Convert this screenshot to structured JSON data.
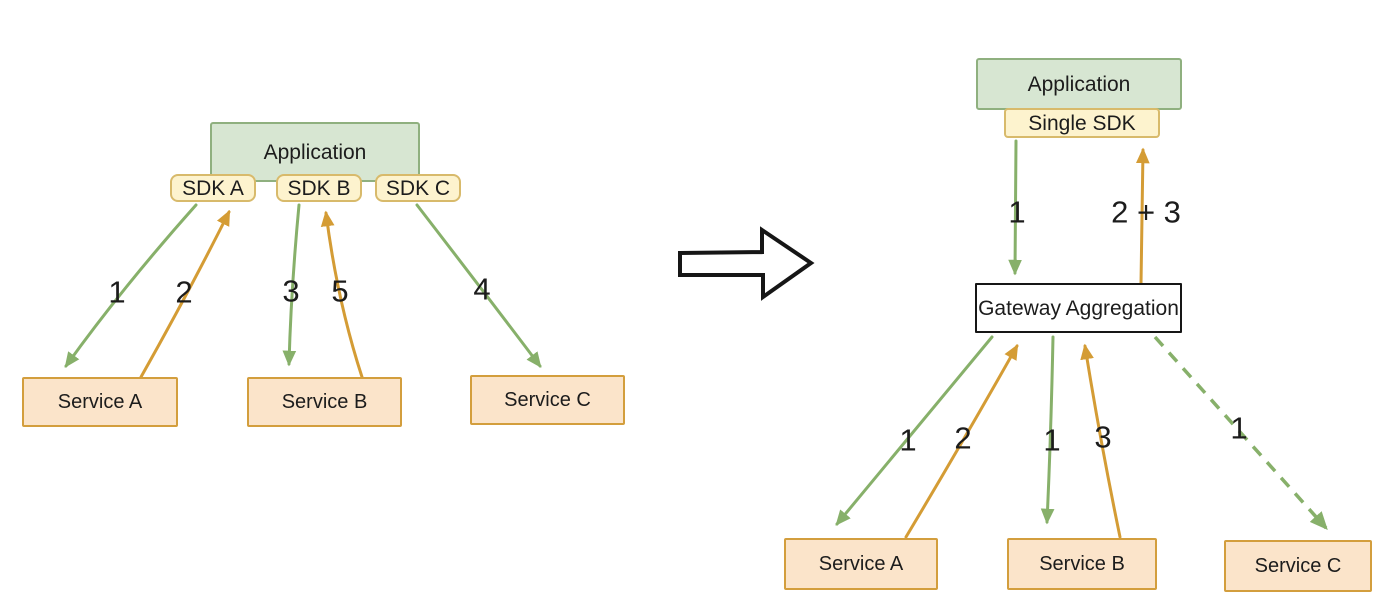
{
  "colors": {
    "canvas_bg": "#ffffff",
    "green_box_fill": "#d7e6d2",
    "green_box_stroke": "#8fb07f",
    "yellow_box_fill": "#fdf3ce",
    "yellow_box_stroke": "#d8ba6b",
    "peach_box_fill": "#fbe4ca",
    "peach_box_stroke": "#d39e3d",
    "gateway_fill": "#ffffff",
    "gateway_stroke": "#161616",
    "arrow_green": "#87b06a",
    "arrow_orange": "#d49c35",
    "text": "#1c1c1c"
  },
  "left": {
    "application": "Application",
    "sdk_a": "SDK A",
    "sdk_b": "SDK B",
    "sdk_c": "SDK C",
    "service_a": "Service A",
    "service_b": "Service B",
    "service_c": "Service C",
    "call_a_request": "1",
    "call_a_response": "2",
    "call_b_request": "3",
    "call_b_response": "5",
    "call_c_request": "4"
  },
  "right": {
    "application": "Application",
    "single_sdk": "Single SDK",
    "gateway": "Gateway Aggregation",
    "service_a": "Service A",
    "service_b": "Service B",
    "service_c": "Service C",
    "sdk_request": "1",
    "sdk_response": "2 + 3",
    "service_a_request": "1",
    "service_a_response": "2",
    "service_b_request": "1",
    "service_b_response": "3",
    "service_c_request": "1"
  }
}
